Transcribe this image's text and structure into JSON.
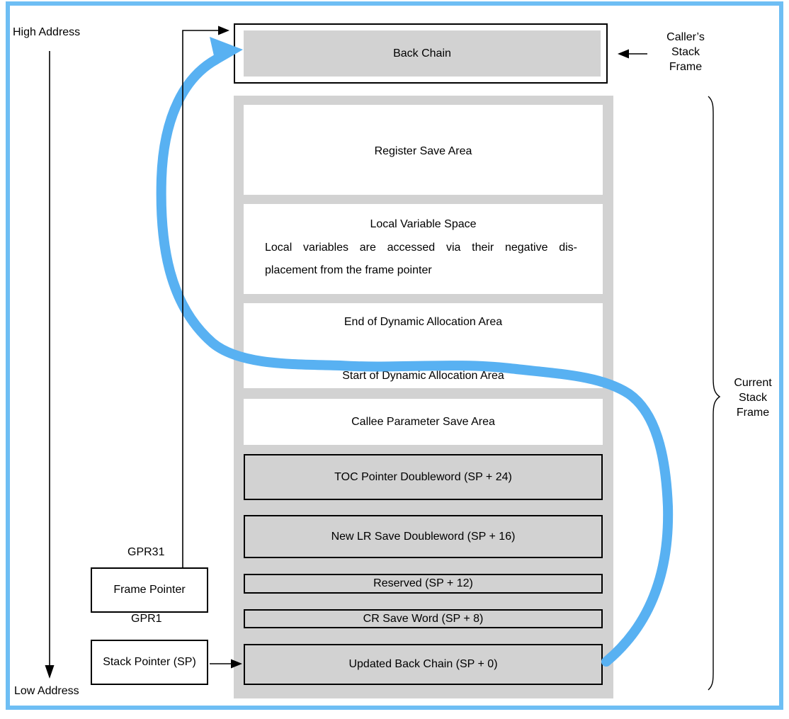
{
  "diagram": {
    "title_semantic": "Stack frame layout diagram",
    "address_labels": {
      "high": "High Address",
      "low": "Low Address"
    },
    "caller_frame": {
      "back_chain": "Back Chain",
      "side_label": {
        "line1": "Caller’s",
        "line2": "Stack",
        "line3": "Frame"
      }
    },
    "current_frame": {
      "side_label": {
        "line1": "Current",
        "line2": "Stack",
        "line3": "Frame"
      }
    },
    "stack_rows": {
      "register_save": "Register Save Area",
      "local_variable_title": "Local Variable Space",
      "local_variable_body_line1": "Local variables are accessed via their negative dis-",
      "local_variable_body_line2": "placement from the frame pointer",
      "dynamic_end": "End of Dynamic Allocation Area",
      "dynamic_start": "Start of Dynamic Allocation Area",
      "callee_param": "Callee Parameter Save Area",
      "toc_pointer": "TOC Pointer Doubleword (SP + 24)",
      "new_lr": "New LR Save Doubleword (SP + 16)",
      "reserved": "Reserved (SP + 12)",
      "cr_save": "CR Save Word (SP + 8)",
      "updated_back_chain": "Updated Back Chain (SP + 0)"
    },
    "registers": {
      "gpr31": "GPR31",
      "frame_pointer": "Frame Pointer",
      "gpr1": "GPR1",
      "stack_pointer": "Stack Pointer (SP)"
    },
    "colors": {
      "border_blue": "#6ebef4",
      "flow_arrow_blue": "#58b1f2",
      "box_gray": "#d2d2d2",
      "line_black": "#000000"
    }
  }
}
